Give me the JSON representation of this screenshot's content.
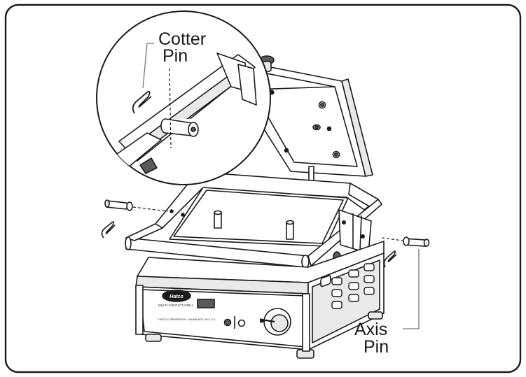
{
  "callouts": {
    "cotter_pin_line1": "Cotter",
    "cotter_pin_line2": "Pin",
    "axis_pin_line1": "Axis",
    "axis_pin_line2": "Pin"
  },
  "appliance": {
    "brand": "Hatco",
    "model_text": "MULTI-CONTACT GRILL",
    "maker_text": "HATCO CORPORATION · MILWAUKEE, WI U.S.A."
  },
  "colors": {
    "stroke": "#1a1a1a",
    "panel_gray": "#e9e9e9",
    "mid_gray": "#bdbdbd",
    "dark_gray": "#5a5a5a"
  }
}
